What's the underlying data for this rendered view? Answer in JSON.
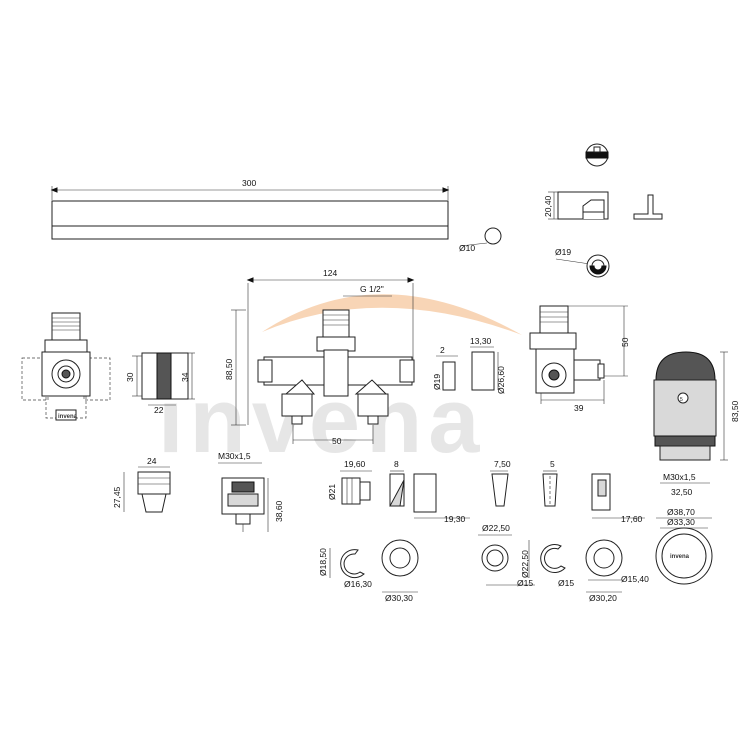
{
  "watermark": {
    "text": "invena",
    "arc_color": "#f2b27a"
  },
  "dimensions": {
    "rail_length": "300",
    "pin_diameter": "Ø10",
    "cap_height": "20,40",
    "cap_ring_diameter": "Ø19",
    "assembly_width": "124",
    "thread": "G 1/2\"",
    "assembly_height": "88,50",
    "assembly_spacing": "50",
    "sleeve_width": "2",
    "sleeve_diameter": "Ø19",
    "washer_width": "13,30",
    "washer_diameter": "Ø26,60",
    "valve_height": "50",
    "valve_depth": "39",
    "head_height": "83,50",
    "head_thread": "M30x1,5",
    "head_width": "32,50",
    "ring_w30": "30",
    "ring_w34": "34",
    "ring_w22": "22",
    "nut_width": "24",
    "nut_height": "27,45",
    "insert_thread": "M30x1,5",
    "insert_height": "38,60",
    "coupling_length": "19,60",
    "coupling_diameter": "Ø21",
    "cut_a_width": "8",
    "cut_a_depth": "19,30",
    "cut_b_width": "7,50",
    "cut_c_width": "5",
    "cut_d_depth": "17,60",
    "clip_a_diameter": "Ø18,50",
    "clip_a_inner": "Ø16,30",
    "rosette_a_outer": "Ø30,30",
    "cover_b_outer": "Ø22,50",
    "cover_b_inner": "Ø15",
    "clip_c_diameter": "Ø22,50",
    "clip_c_inner": "Ø15",
    "rosette_d_inner": "Ø15,40",
    "rosette_d_outer": "Ø30,20",
    "head_cap_outer": "Ø38,70",
    "head_cap_inner": "Ø33,30"
  },
  "labels": {
    "logo": "invena"
  }
}
